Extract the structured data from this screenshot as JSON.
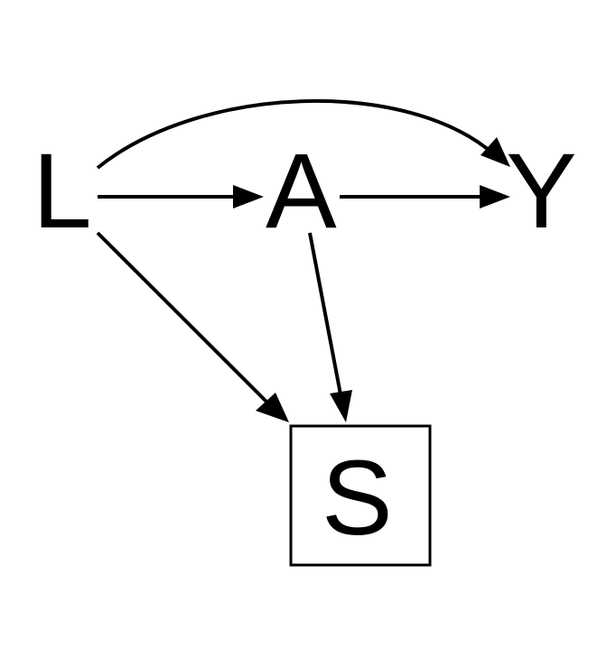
{
  "nodes": {
    "L": {
      "label": "L"
    },
    "A": {
      "label": "A"
    },
    "Y": {
      "label": "Y"
    },
    "S": {
      "label": "S",
      "boxed": true
    }
  },
  "edges": [
    {
      "from": "L",
      "to": "Y",
      "curved": true
    },
    {
      "from": "L",
      "to": "A"
    },
    {
      "from": "A",
      "to": "Y"
    },
    {
      "from": "L",
      "to": "S"
    },
    {
      "from": "A",
      "to": "S"
    }
  ],
  "colors": {
    "ink": "#000000",
    "background": "#ffffff"
  }
}
